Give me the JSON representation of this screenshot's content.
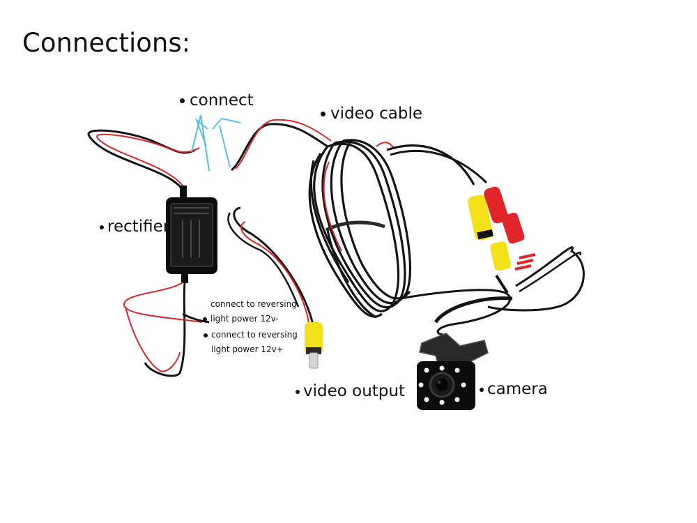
{
  "title": "Connections:",
  "labels": {
    "connect": "connect",
    "video_cable": "video cable",
    "rectifier": "rectifier",
    "reversing_neg_line1": "connect to reversing",
    "reversing_neg_line2": "light power 12v-",
    "reversing_pos_line1": "connect to reversing",
    "reversing_pos_line2": "light power 12v+",
    "video_output": "video output",
    "camera": "camera"
  },
  "colors": {
    "wire_black": "#141414",
    "wire_red": "#d8242a",
    "wire_blue": "#5fc0e0",
    "rca_yellow": "#f3e11a",
    "rca_red": "#e0262a",
    "box_black": "#0c0c0c",
    "led_white": "#f4f4f4"
  }
}
